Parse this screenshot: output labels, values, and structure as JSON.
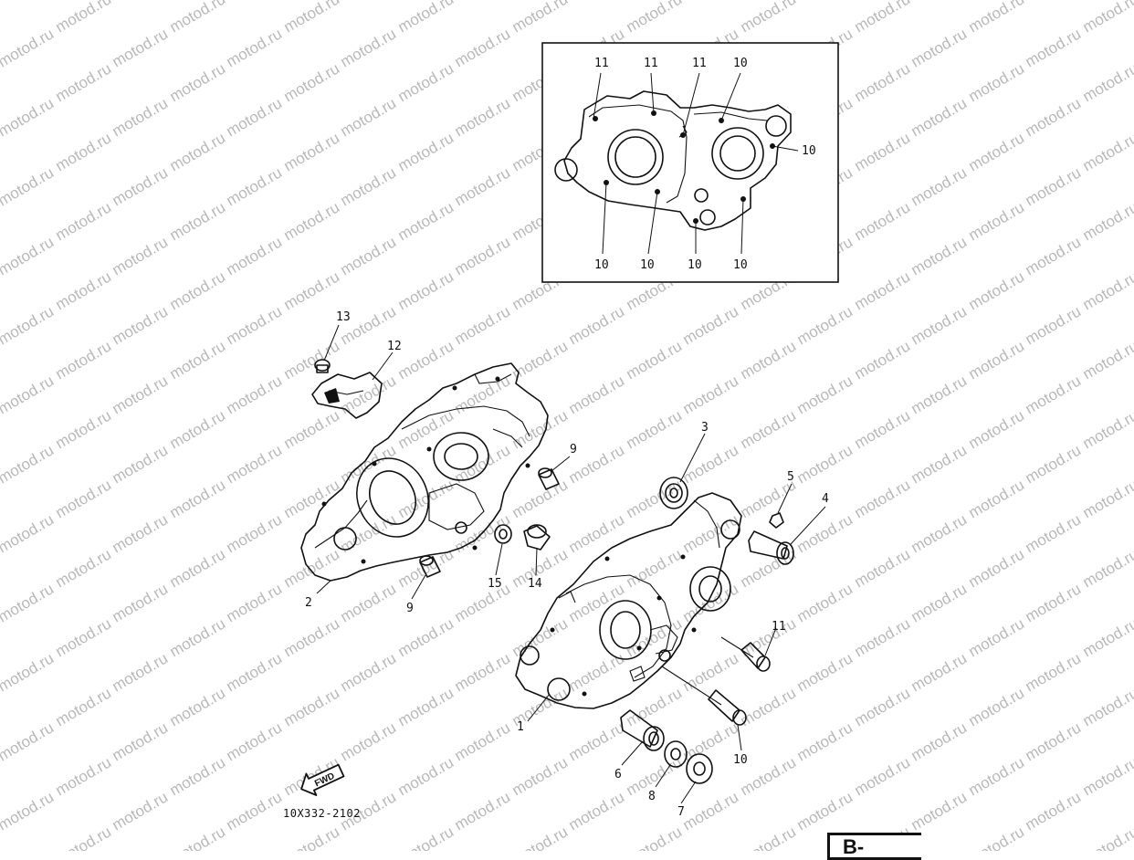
{
  "watermark": {
    "text": "motod.ru"
  },
  "diagram": {
    "code": "10X332-2102",
    "fwd_label": "FWD",
    "page_badge": "B-",
    "inset_callouts": [
      "11",
      "11",
      "11",
      "10",
      "10",
      "10",
      "10",
      "10",
      "10"
    ],
    "callouts": [
      "1",
      "2",
      "3",
      "4",
      "5",
      "6",
      "7",
      "8",
      "9",
      "9",
      "10",
      "11",
      "12",
      "13",
      "14",
      "15"
    ]
  }
}
